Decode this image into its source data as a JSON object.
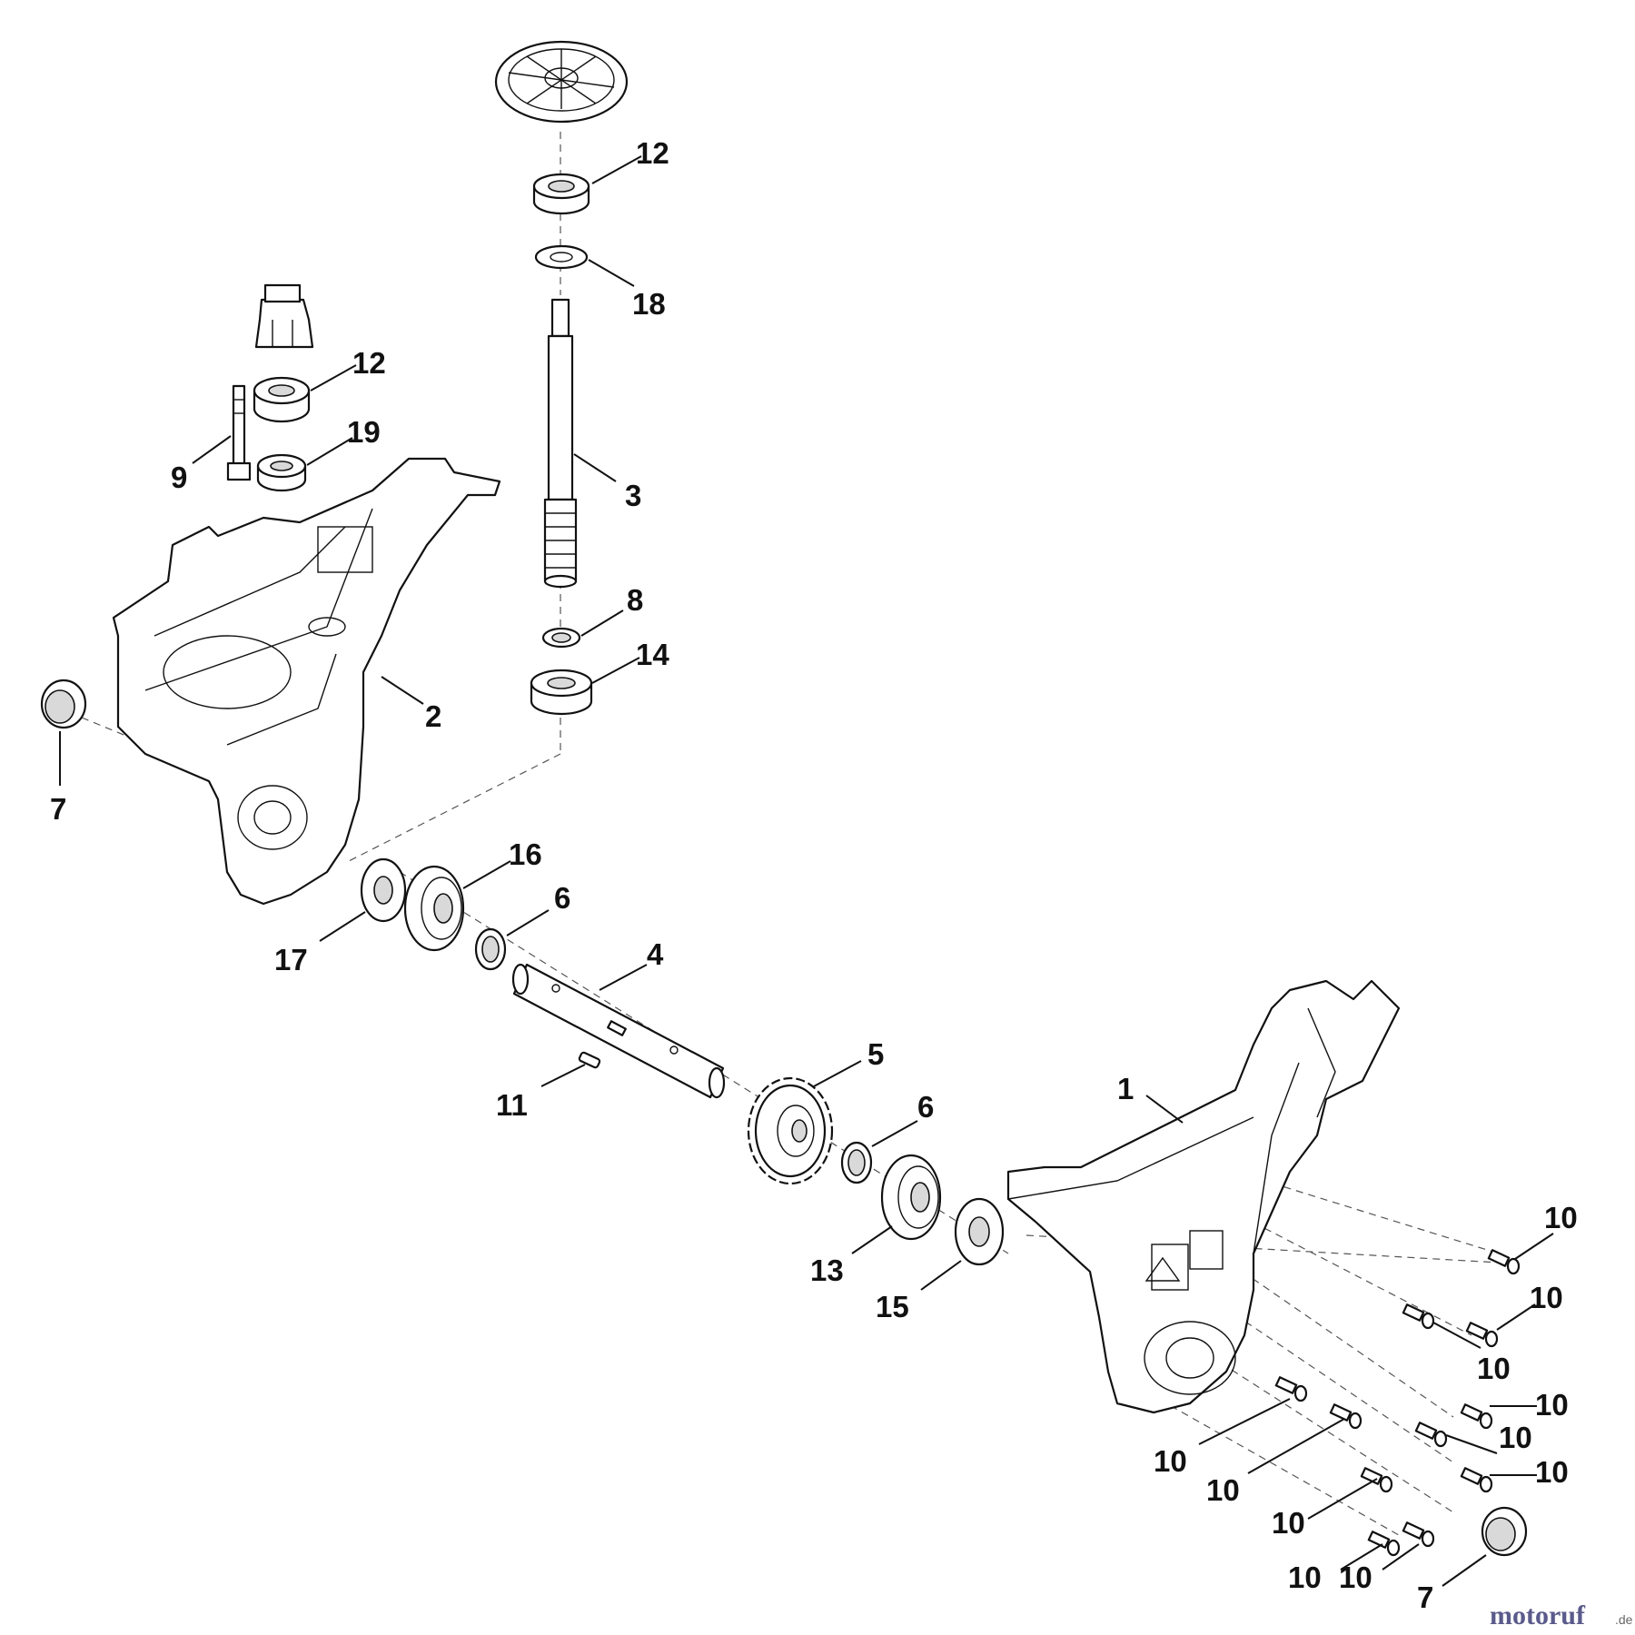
{
  "diagram": {
    "callouts": [
      {
        "id": "c12a",
        "label": "12"
      },
      {
        "id": "c18",
        "label": "18"
      },
      {
        "id": "c12b",
        "label": "12"
      },
      {
        "id": "c19",
        "label": "19"
      },
      {
        "id": "c9",
        "label": "9"
      },
      {
        "id": "c3",
        "label": "3"
      },
      {
        "id": "c8",
        "label": "8"
      },
      {
        "id": "c14",
        "label": "14"
      },
      {
        "id": "c2",
        "label": "2"
      },
      {
        "id": "c7a",
        "label": "7"
      },
      {
        "id": "c16",
        "label": "16"
      },
      {
        "id": "c6a",
        "label": "6"
      },
      {
        "id": "c17",
        "label": "17"
      },
      {
        "id": "c4",
        "label": "4"
      },
      {
        "id": "c5",
        "label": "5"
      },
      {
        "id": "c11",
        "label": "11"
      },
      {
        "id": "c6b",
        "label": "6"
      },
      {
        "id": "c1",
        "label": "1"
      },
      {
        "id": "c13",
        "label": "13"
      },
      {
        "id": "c15",
        "label": "15"
      },
      {
        "id": "c10a",
        "label": "10"
      },
      {
        "id": "c10b",
        "label": "10"
      },
      {
        "id": "c10c",
        "label": "10"
      },
      {
        "id": "c10d",
        "label": "10"
      },
      {
        "id": "c10e",
        "label": "10"
      },
      {
        "id": "c10f",
        "label": "10"
      },
      {
        "id": "c10g",
        "label": "10"
      },
      {
        "id": "c10h",
        "label": "10"
      },
      {
        "id": "c10i",
        "label": "10"
      },
      {
        "id": "c10j",
        "label": "10"
      },
      {
        "id": "c10k",
        "label": "10"
      },
      {
        "id": "c7b",
        "label": "7"
      }
    ]
  },
  "watermark": {
    "brand": "motoruf",
    "domain": ".de",
    "color_primary": "#5a5a8c",
    "color_accent": "#c0392b"
  }
}
